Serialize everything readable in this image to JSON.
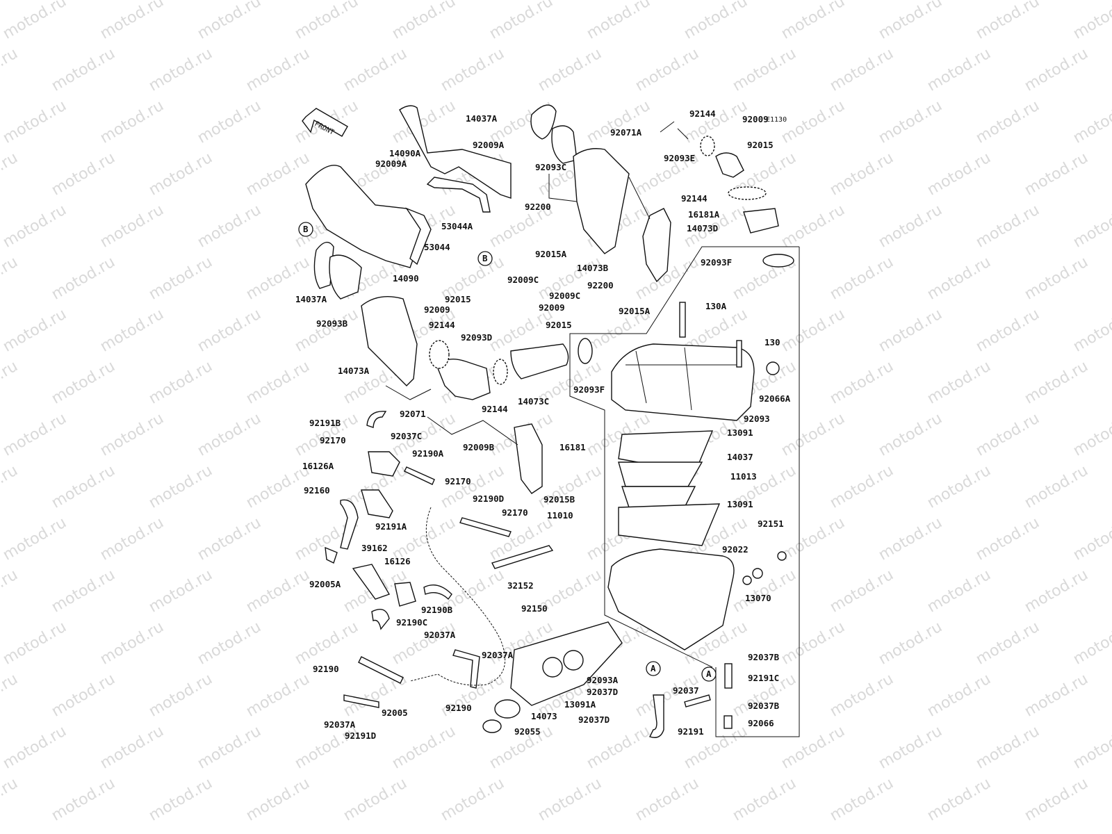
{
  "watermark": "motod.ru",
  "diagram_code": "E1130",
  "front_label": "FRONT",
  "callouts": [
    "B",
    "B",
    "A",
    "A"
  ],
  "parts": [
    "14037A",
    "14090A",
    "92009A",
    "92009A",
    "53044A",
    "14090",
    "53044",
    "14037A",
    "92093B",
    "92093C",
    "92071A",
    "92144",
    "92009",
    "92015",
    "92093E",
    "92144",
    "16181A",
    "14073D",
    "92093F",
    "92200",
    "92015A",
    "14073B",
    "92009C",
    "92015",
    "92009",
    "92200",
    "92009C",
    "92015A",
    "92009",
    "92015",
    "130A",
    "130",
    "92066A",
    "92093",
    "92144",
    "92093D",
    "92144",
    "14073C",
    "92093F",
    "14073A",
    "92071",
    "92191B",
    "92170",
    "92037C",
    "92190A",
    "16126A",
    "92009B",
    "16181",
    "92160",
    "92170",
    "92190D",
    "92015B",
    "13091",
    "14037",
    "11013",
    "13091",
    "11010",
    "92191A",
    "92170",
    "39162",
    "16126",
    "92005A",
    "92190B",
    "92190C",
    "32152",
    "92151",
    "92022",
    "13070",
    "92150",
    "92037A",
    "92037A",
    "92190",
    "92005",
    "92037A",
    "92191D",
    "92190",
    "92093A",
    "92037D",
    "13091A",
    "14073",
    "92055",
    "92037D",
    "92037",
    "92191",
    "92037B",
    "92191C",
    "92037B",
    "92066"
  ]
}
